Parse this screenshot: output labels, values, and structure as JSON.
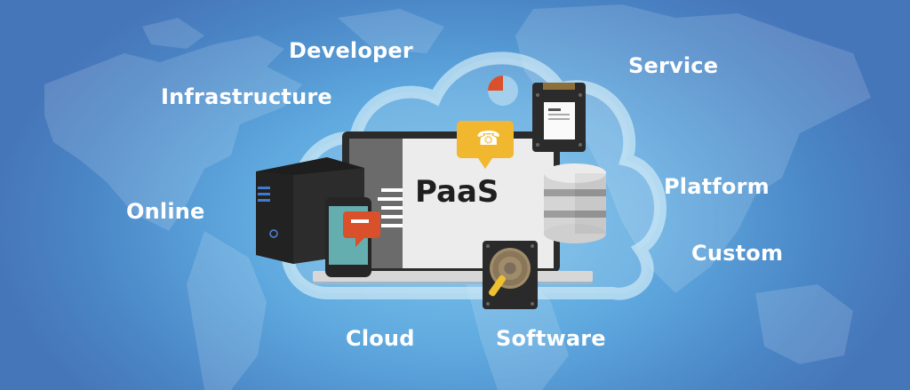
{
  "title": "PaaS",
  "keywords": {
    "developer": "Developer",
    "infrastructure": "Infrastructure",
    "online": "Online",
    "service": "Service",
    "platform": "Platform",
    "custom": "Custom",
    "cloud": "Cloud",
    "software": "Software"
  },
  "icons": [
    "server-tower-icon",
    "smartphone-icon",
    "chat-bubble-icon",
    "laptop-icon",
    "phone-call-bubble-icon",
    "pie-chart-icon",
    "ssd-drive-icon",
    "database-icon",
    "hard-disk-icon",
    "cloud-outline-icon",
    "world-map-icon"
  ],
  "colors": {
    "background_dark": "#4676ba",
    "background_light": "#7cc4ec",
    "text": "#ffffff",
    "accent_orange": "#d9502a",
    "accent_yellow": "#f0b72f",
    "device_dark": "#2a2a2a",
    "screen_light": "#ededed",
    "phone_screen": "#64aeb0"
  }
}
